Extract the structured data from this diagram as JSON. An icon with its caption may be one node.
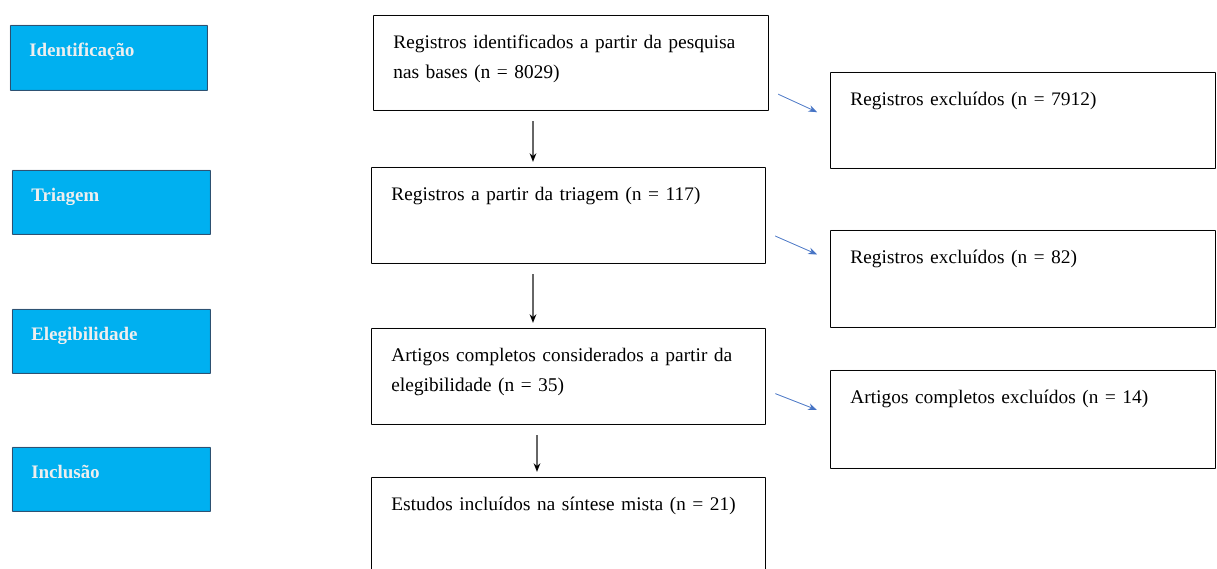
{
  "diagram": {
    "nodes": [
      {
        "text": [
          "Identificação"
        ]
      },
      {
        "text": [
          "Triagem"
        ]
      },
      {
        "text": [
          "Elegibilidade"
        ]
      },
      {
        "text": [
          "Inclusão"
        ]
      },
      {
        "text": [
          "Registros identificados a partir da pesquisa nas bases (n = 8029)"
        ]
      },
      {
        "text": [
          "Registros excluídos (n = 7912)"
        ]
      },
      {
        "text": [
          "Registros a partir da triagem (n = 117)"
        ]
      },
      {
        "text": [
          "Registros excluídos (n = 82)"
        ]
      },
      {
        "text": [
          "Artigos completos considerados a partir da elegibilidade (n = 35)"
        ]
      },
      {
        "text": [
          "Artigos completos excluídos (n = 14)"
        ]
      },
      {
        "text": [
          "Estudos incluídos na síntese mista (n = 21)"
        ]
      }
    ],
    "edges": [
      {
        "from": 4,
        "to": 6,
        "arrow": "to"
      },
      {
        "from": 4,
        "to": 5,
        "arrow": "to",
        "color": "#4472c4"
      },
      {
        "from": 6,
        "to": 8,
        "arrow": "to"
      },
      {
        "from": 6,
        "to": 7,
        "arrow": "to",
        "color": "#4472c4"
      },
      {
        "from": 8,
        "to": 10,
        "arrow": "to"
      },
      {
        "from": 8,
        "to": 9,
        "arrow": "to",
        "color": "#4472c4"
      }
    ]
  }
}
